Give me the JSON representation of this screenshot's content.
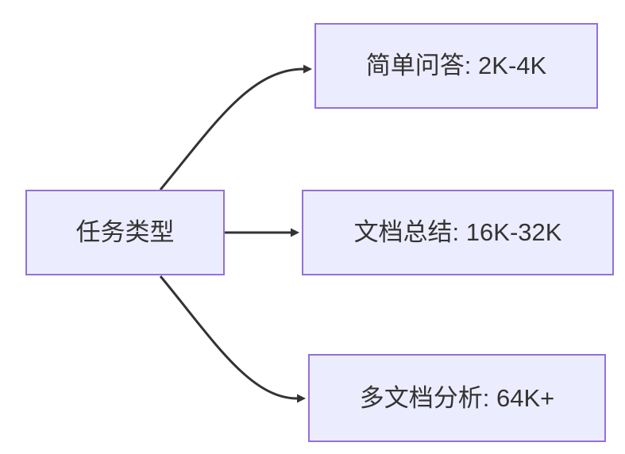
{
  "diagram": {
    "type": "flowchart-left-to-right",
    "background_color": "#ffffff",
    "node_fill_color": "#ECECFF",
    "node_border_color": "#9370DB",
    "edge_color": "#333333",
    "text_color": "#333333",
    "nodes": [
      {
        "id": "root",
        "label": "任务类型"
      },
      {
        "id": "qa",
        "label": "简单问答: 2K-4K"
      },
      {
        "id": "summary",
        "label": "文档总结: 16K-32K"
      },
      {
        "id": "multidoc",
        "label": "多文档分析: 64K+"
      }
    ],
    "edges": [
      {
        "from": "root",
        "to": "qa"
      },
      {
        "from": "root",
        "to": "summary"
      },
      {
        "from": "root",
        "to": "multidoc"
      }
    ]
  }
}
